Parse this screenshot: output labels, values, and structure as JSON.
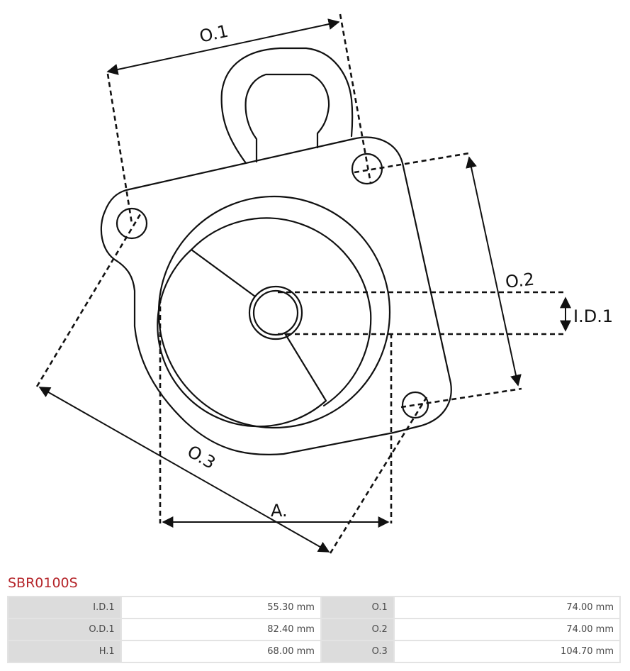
{
  "drawing": {
    "labels": {
      "o1": "O.1",
      "o2": "O.2",
      "o3": "O.3",
      "id1": "I.D.1",
      "a": "A."
    }
  },
  "part": {
    "code": "SBR0100S",
    "color": "#b5252a"
  },
  "specs": {
    "rows": [
      {
        "label1": "I.D.1",
        "value1": "55.30 mm",
        "label2": "O.1",
        "value2": "74.00 mm"
      },
      {
        "label1": "O.D.1",
        "value1": "82.40 mm",
        "label2": "O.2",
        "value2": "74.00 mm"
      },
      {
        "label1": "H.1",
        "value1": "68.00 mm",
        "label2": "O.3",
        "value2": "104.70 mm"
      }
    ]
  }
}
